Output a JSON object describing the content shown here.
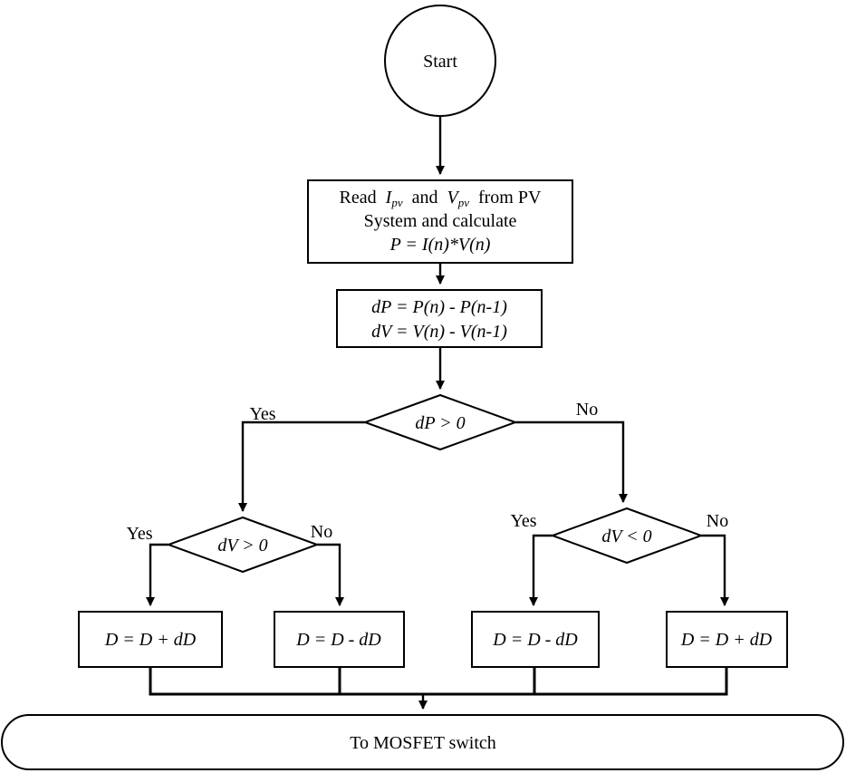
{
  "start": {
    "label": "Start"
  },
  "read_box": {
    "read_word": "Read",
    "i_var": "I",
    "i_sub": "pv",
    "and_word": "and",
    "v_var": "V",
    "v_sub": "pv",
    "from_text": "from PV",
    "line2": "System and calculate",
    "line3": "P = I(n)*V(n)"
  },
  "diff_box": {
    "line1": "dP = P(n) - P(n-1)",
    "line2": "dV = V(n) - V(n-1)"
  },
  "decision_dp": {
    "label": "dP > 0",
    "yes": "Yes",
    "no": "No"
  },
  "decision_dv_pos": {
    "label": "dV > 0",
    "yes": "Yes",
    "no": "No"
  },
  "decision_dv_neg": {
    "label": "dV < 0",
    "yes": "Yes",
    "no": "No"
  },
  "actions": [
    {
      "label": "D = D + dD"
    },
    {
      "label": "D = D - dD"
    },
    {
      "label": "D = D - dD"
    },
    {
      "label": "D = D + dD"
    }
  ],
  "end": {
    "label": "To MOSFET switch"
  }
}
